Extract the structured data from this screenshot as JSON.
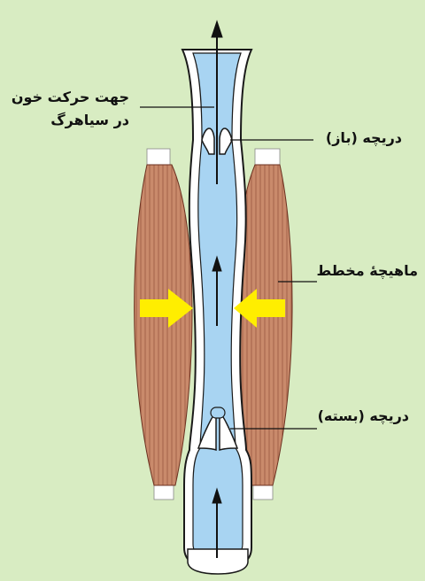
{
  "figure": {
    "background": "#d8ecc2",
    "vein_fill": "#a8d4f2",
    "vein_wall": "#ffffff",
    "muscle_fill": "#c98a6b",
    "muscle_stripe": "#7a3a24",
    "push_arrow": "#ffee00"
  },
  "labels": {
    "flow_direction_line1": "جهت حرکت خون",
    "flow_direction_line2": "در سیاهرگ",
    "valve_open": "دریچه (باز)",
    "skeletal_muscle": "ماهیچهٔ مخطط",
    "valve_closed": "دریچه (بسته)"
  }
}
